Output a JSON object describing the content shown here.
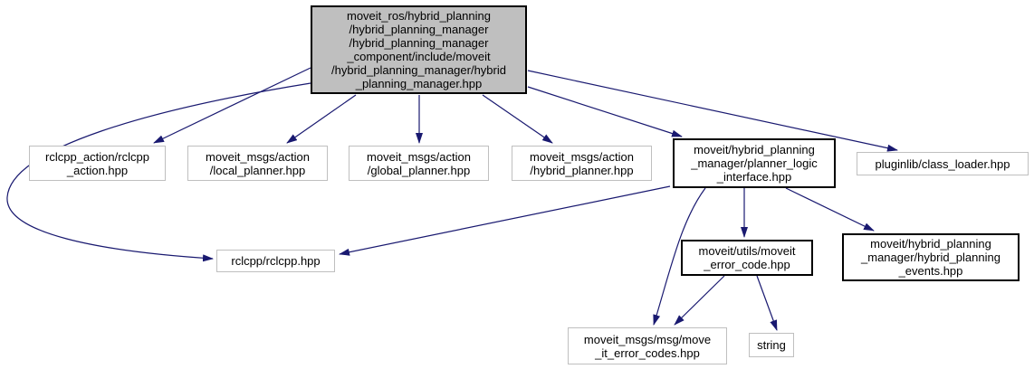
{
  "graph": {
    "type": "include-dependency-graph",
    "colors": {
      "edge": "#191970",
      "root_fill": "#bfbfbf",
      "node_fill": "#ffffff",
      "linked_border": "#000000",
      "plain_border": "#bfbfbf",
      "text": "#000000"
    },
    "nodes": [
      {
        "id": "root",
        "kind": "current-file",
        "label": "moveit_ros/hybrid_planning\n/hybrid_planning_manager\n/hybrid_planning_manager\n_component/include/moveit\n/hybrid_planning_manager/hybrid\n_planning_manager.hpp"
      },
      {
        "id": "rclcpp_action",
        "kind": "external",
        "label": "rclcpp_action/rclcpp\n_action.hpp"
      },
      {
        "id": "local_planner",
        "kind": "external",
        "label": "moveit_msgs/action\n/local_planner.hpp"
      },
      {
        "id": "global_planner",
        "kind": "external",
        "label": "moveit_msgs/action\n/global_planner.hpp"
      },
      {
        "id": "hybrid_planner",
        "kind": "external",
        "label": "moveit_msgs/action\n/hybrid_planner.hpp"
      },
      {
        "id": "planner_logic_interface",
        "kind": "linked",
        "label": "moveit/hybrid_planning\n_manager/planner_logic\n_interface.hpp"
      },
      {
        "id": "class_loader",
        "kind": "external",
        "label": "pluginlib/class_loader.hpp"
      },
      {
        "id": "rclcpp",
        "kind": "external",
        "label": "rclcpp/rclcpp.hpp"
      },
      {
        "id": "moveit_error_code",
        "kind": "linked",
        "label": "moveit/utils/moveit\n_error_code.hpp"
      },
      {
        "id": "hybrid_planning_events",
        "kind": "linked",
        "label": "moveit/hybrid_planning\n_manager/hybrid_planning\n_events.hpp"
      },
      {
        "id": "move_it_error_codes",
        "kind": "external",
        "label": "moveit_msgs/msg/move\n_it_error_codes.hpp"
      },
      {
        "id": "string",
        "kind": "external",
        "label": "string"
      }
    ],
    "edges": [
      {
        "from": "root",
        "to": "rclcpp_action"
      },
      {
        "from": "root",
        "to": "local_planner"
      },
      {
        "from": "root",
        "to": "global_planner"
      },
      {
        "from": "root",
        "to": "hybrid_planner"
      },
      {
        "from": "root",
        "to": "planner_logic_interface"
      },
      {
        "from": "root",
        "to": "class_loader"
      },
      {
        "from": "root",
        "to": "rclcpp"
      },
      {
        "from": "planner_logic_interface",
        "to": "rclcpp"
      },
      {
        "from": "planner_logic_interface",
        "to": "moveit_error_code"
      },
      {
        "from": "planner_logic_interface",
        "to": "move_it_error_codes"
      },
      {
        "from": "planner_logic_interface",
        "to": "hybrid_planning_events"
      },
      {
        "from": "moveit_error_code",
        "to": "move_it_error_codes"
      },
      {
        "from": "moveit_error_code",
        "to": "string"
      }
    ]
  }
}
